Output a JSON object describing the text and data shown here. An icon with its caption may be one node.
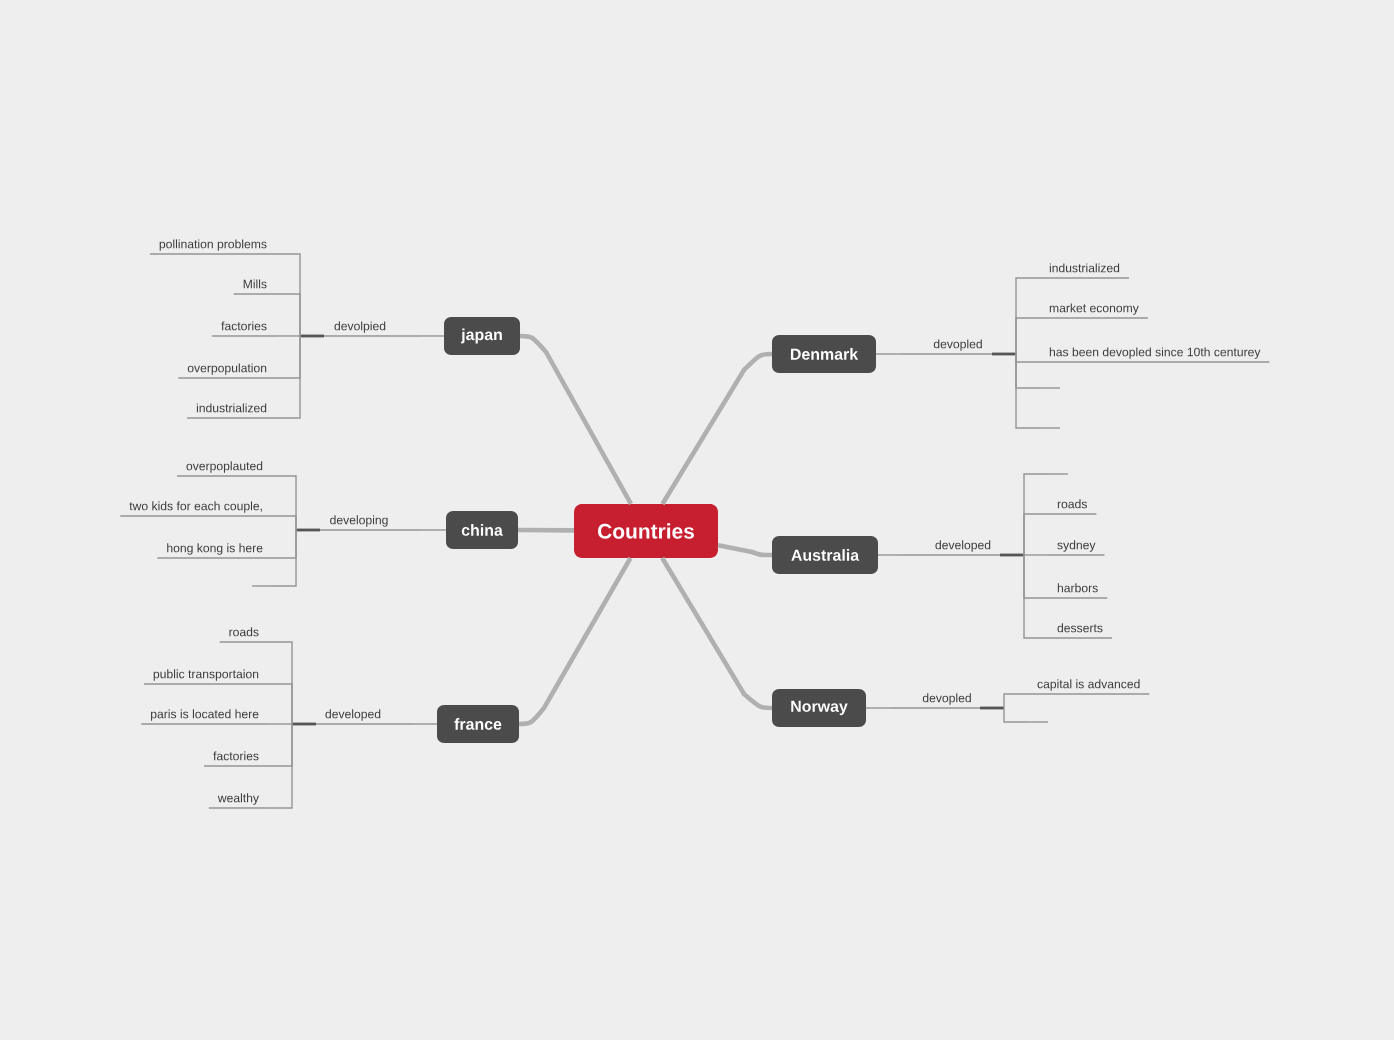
{
  "diagram": {
    "nodes": [
      {
        "text": [
          "Countries"
        ]
      },
      {
        "text": [
          "japan"
        ]
      },
      {
        "text": [
          "devolpied"
        ]
      },
      {
        "text": [
          "pollination problems"
        ]
      },
      {
        "text": [
          "Mills"
        ]
      },
      {
        "text": [
          "factories"
        ]
      },
      {
        "text": [
          "overpopulation"
        ]
      },
      {
        "text": [
          "industrialized"
        ]
      },
      {
        "text": [
          "china"
        ]
      },
      {
        "text": [
          "developing"
        ]
      },
      {
        "text": [
          "overpoplauted"
        ]
      },
      {
        "text": [
          "two kids for each couple,"
        ]
      },
      {
        "text": [
          "hong kong is here"
        ]
      },
      {
        "text": [],
        "shape": "line"
      },
      {
        "text": [
          "france"
        ]
      },
      {
        "text": [
          "developed"
        ]
      },
      {
        "text": [
          "roads"
        ]
      },
      {
        "text": [
          "public transportaion"
        ]
      },
      {
        "text": [
          "paris is located here"
        ]
      },
      {
        "text": [
          "factories"
        ]
      },
      {
        "text": [
          "wealthy"
        ]
      },
      {
        "text": [
          "Denmark"
        ]
      },
      {
        "text": [
          "devopled"
        ]
      },
      {
        "text": [
          "industrialized"
        ]
      },
      {
        "text": [
          "market economy"
        ]
      },
      {
        "text": [
          "has been devopled since 10th centurey"
        ]
      },
      {
        "text": [],
        "shape": "line"
      },
      {
        "text": [],
        "shape": "line"
      },
      {
        "text": [
          "Australia"
        ]
      },
      {
        "text": [
          "developed"
        ]
      },
      {
        "text": [],
        "shape": "line"
      },
      {
        "text": [
          "roads"
        ]
      },
      {
        "text": [
          "sydney"
        ]
      },
      {
        "text": [
          "harbors"
        ]
      },
      {
        "text": [
          "desserts"
        ]
      },
      {
        "text": [
          "Norway"
        ]
      },
      {
        "text": [
          "devopled"
        ]
      },
      {
        "text": [
          "capital is advanced"
        ]
      },
      {
        "text": [],
        "shape": "line"
      }
    ],
    "edges": [
      {
        "from": 0,
        "to": 1,
        "arrow": "none",
        "style": "thick",
        "color": "#b0b0b0"
      },
      {
        "from": 1,
        "to": 2,
        "arrow": "none"
      },
      {
        "from": 2,
        "to": 3,
        "arrow": "none"
      },
      {
        "from": 2,
        "to": 4,
        "arrow": "none"
      },
      {
        "from": 2,
        "to": 5,
        "arrow": "none"
      },
      {
        "from": 2,
        "to": 6,
        "arrow": "none"
      },
      {
        "from": 2,
        "to": 7,
        "arrow": "none"
      },
      {
        "from": 0,
        "to": 8,
        "arrow": "none",
        "style": "thick",
        "color": "#b0b0b0"
      },
      {
        "from": 8,
        "to": 9,
        "arrow": "none"
      },
      {
        "from": 9,
        "to": 10,
        "arrow": "none"
      },
      {
        "from": 9,
        "to": 11,
        "arrow": "none"
      },
      {
        "from": 9,
        "to": 12,
        "arrow": "none"
      },
      {
        "from": 9,
        "to": 13,
        "arrow": "none"
      },
      {
        "from": 0,
        "to": 14,
        "arrow": "none",
        "style": "thick",
        "color": "#b0b0b0"
      },
      {
        "from": 14,
        "to": 15,
        "arrow": "none"
      },
      {
        "from": 15,
        "to": 16,
        "arrow": "none"
      },
      {
        "from": 15,
        "to": 17,
        "arrow": "none"
      },
      {
        "from": 15,
        "to": 18,
        "arrow": "none"
      },
      {
        "from": 15,
        "to": 19,
        "arrow": "none"
      },
      {
        "from": 15,
        "to": 20,
        "arrow": "none"
      },
      {
        "from": 0,
        "to": 21,
        "arrow": "none",
        "style": "thick",
        "color": "#b0b0b0"
      },
      {
        "from": 21,
        "to": 22,
        "arrow": "none"
      },
      {
        "from": 22,
        "to": 23,
        "arrow": "none"
      },
      {
        "from": 22,
        "to": 24,
        "arrow": "none"
      },
      {
        "from": 22,
        "to": 25,
        "arrow": "none"
      },
      {
        "from": 22,
        "to": 26,
        "arrow": "none"
      },
      {
        "from": 22,
        "to": 27,
        "arrow": "none"
      },
      {
        "from": 0,
        "to": 28,
        "arrow": "none",
        "style": "thick",
        "color": "#b0b0b0"
      },
      {
        "from": 28,
        "to": 29,
        "arrow": "none"
      },
      {
        "from": 29,
        "to": 30,
        "arrow": "none"
      },
      {
        "from": 29,
        "to": 31,
        "arrow": "none"
      },
      {
        "from": 29,
        "to": 32,
        "arrow": "none"
      },
      {
        "from": 29,
        "to": 33,
        "arrow": "none"
      },
      {
        "from": 29,
        "to": 34,
        "arrow": "none"
      },
      {
        "from": 0,
        "to": 35,
        "arrow": "none",
        "style": "thick",
        "color": "#b0b0b0"
      },
      {
        "from": 35,
        "to": 36,
        "arrow": "none"
      },
      {
        "from": 36,
        "to": 37,
        "arrow": "none"
      },
      {
        "from": 36,
        "to": 38,
        "arrow": "none"
      }
    ]
  }
}
